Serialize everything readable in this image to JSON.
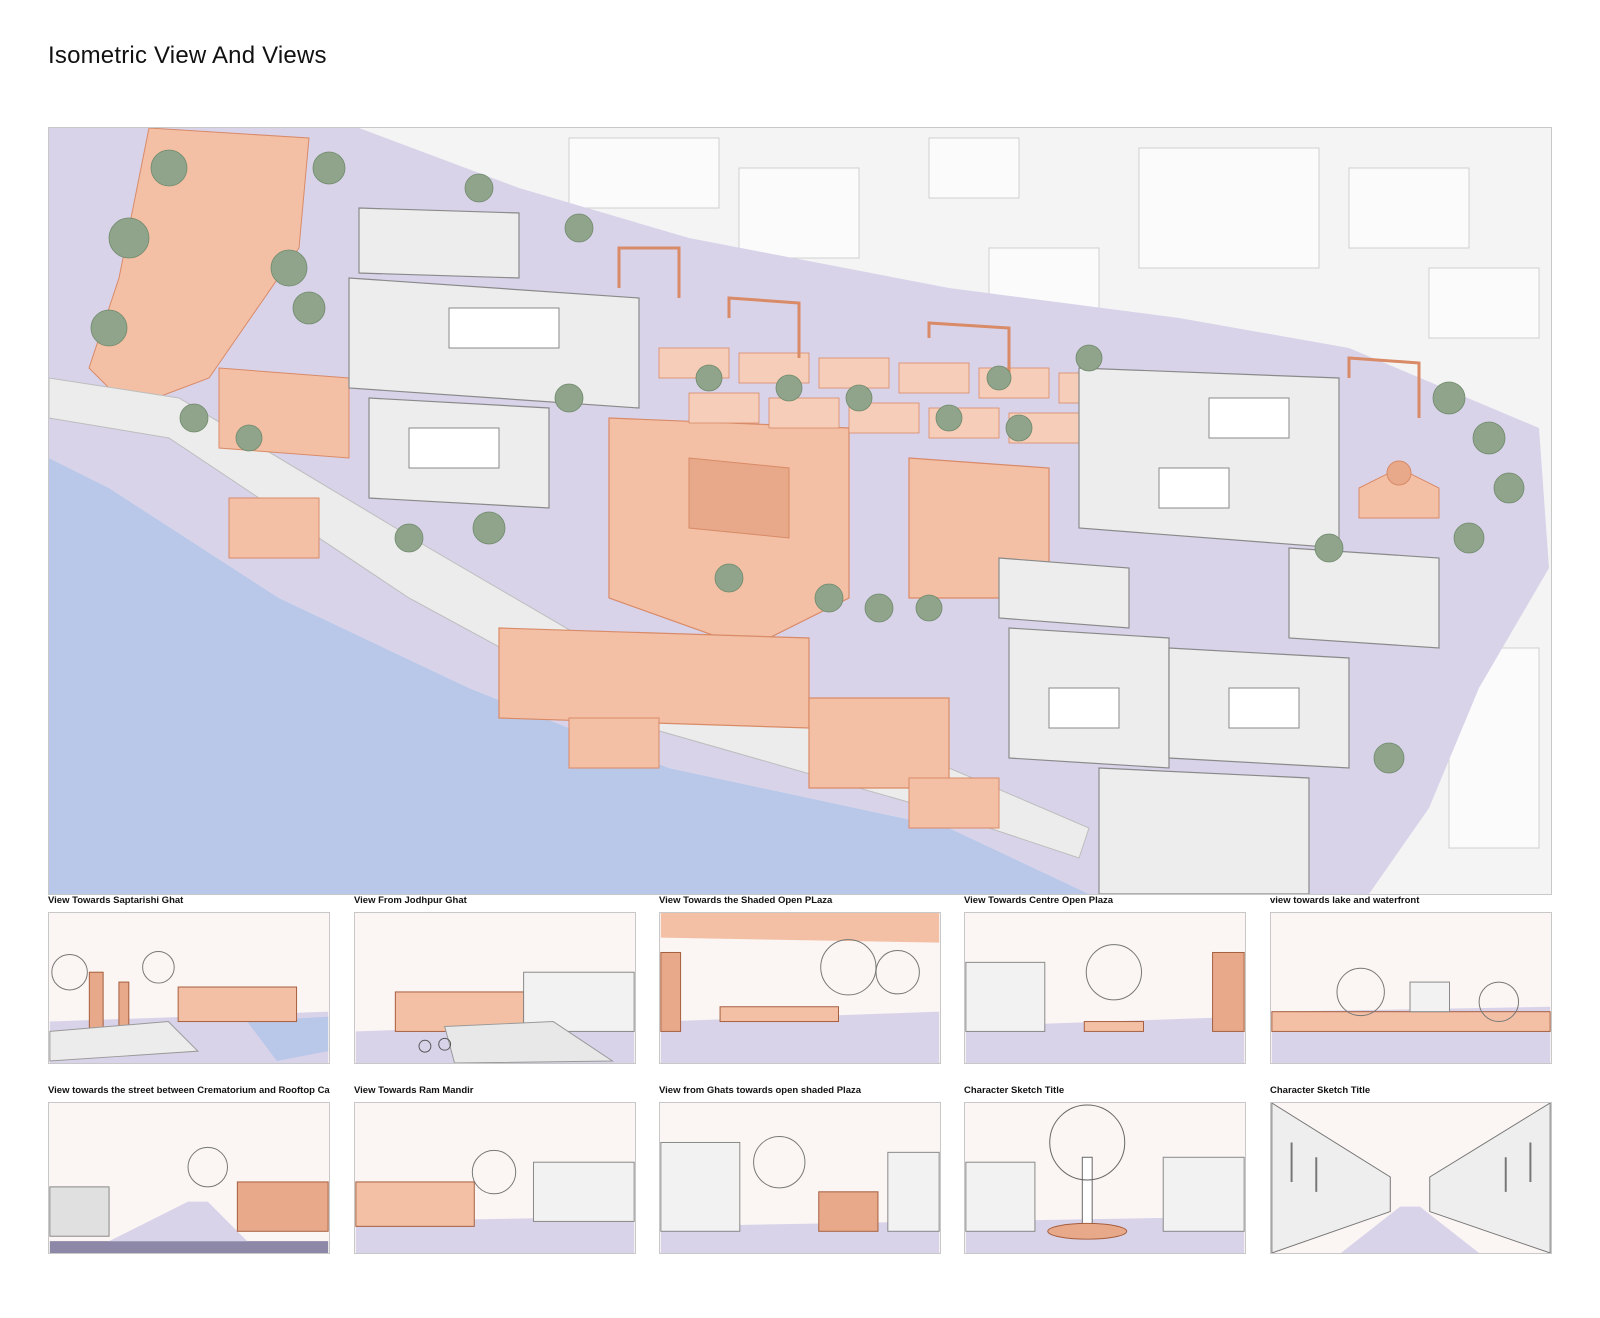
{
  "title": "Isometric View And Views",
  "colors": {
    "water": "#b9c7e8",
    "promenade": "#d9d3ea",
    "terracotta": "#f3c0a6",
    "terracotta_dark": "#d98a66",
    "grey_building": "#ededed",
    "tree": "#8fa48b",
    "context": "#f1f1f1"
  },
  "views": [
    {
      "caption": "View Towards Saptarishi Ghat",
      "icon": "ghat-sketch-icon"
    },
    {
      "caption": "View From Jodhpur Ghat",
      "icon": "ghat-sketch-icon"
    },
    {
      "caption": "View Towards the Shaded Open PLaza",
      "icon": "plaza-sketch-icon"
    },
    {
      "caption": "View Towards Centre Open Plaza",
      "icon": "plaza-sketch-icon"
    },
    {
      "caption": "view towards lake and waterfront",
      "icon": "waterfront-sketch-icon"
    },
    {
      "caption": "View towards the street between Crematorium and Rooftop Cafe",
      "icon": "street-sketch-icon"
    },
    {
      "caption": "View Towards Ram Mandir",
      "icon": "temple-sketch-icon"
    },
    {
      "caption": "View from Ghats towards open shaded Plaza",
      "icon": "plaza-sketch-icon"
    },
    {
      "caption": "Character Sketch Title",
      "icon": "tree-sketch-icon"
    },
    {
      "caption": "Character Sketch Title",
      "icon": "street-sketch-icon"
    }
  ]
}
